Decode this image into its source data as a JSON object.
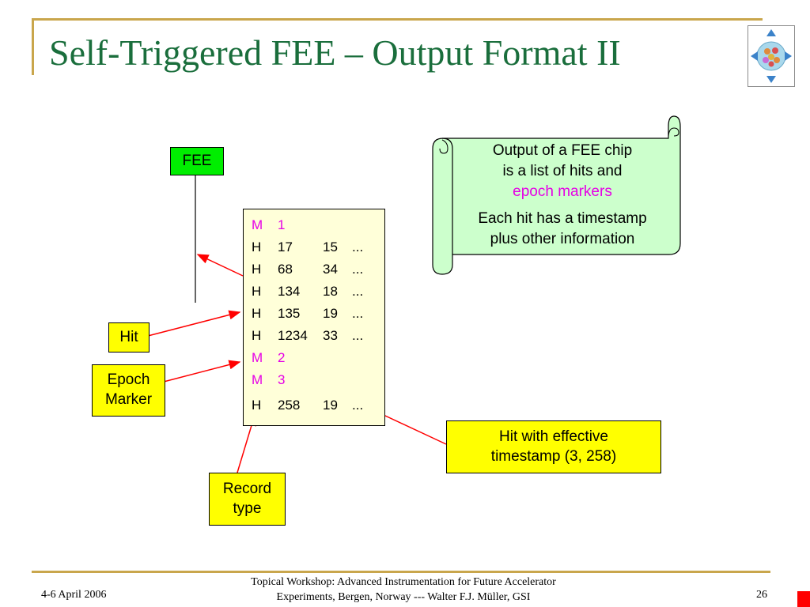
{
  "slide": {
    "title": "Self-Triggered FEE – Output Format II",
    "fee_label": "FEE",
    "hit_label": "Hit",
    "epoch_label_line1": "Epoch",
    "epoch_label_line2": "Marker",
    "record_label_line1": "Record",
    "record_label_line2": "type",
    "effective_line1": "Hit with effective",
    "effective_line2": "timestamp (3, 258)"
  },
  "records": [
    {
      "type": "M",
      "ts": "1",
      "val": "",
      "more": ""
    },
    {
      "type": "H",
      "ts": "17",
      "val": "15",
      "more": "..."
    },
    {
      "type": "H",
      "ts": "68",
      "val": "34",
      "more": "..."
    },
    {
      "type": "H",
      "ts": "134",
      "val": "18",
      "more": "..."
    },
    {
      "type": "H",
      "ts": "135",
      "val": "19",
      "more": "..."
    },
    {
      "type": "H",
      "ts": "1234",
      "val": "33",
      "more": "..."
    },
    {
      "type": "M",
      "ts": "2",
      "val": "",
      "more": ""
    },
    {
      "type": "M",
      "ts": "3",
      "val": "",
      "more": ""
    },
    {
      "type": "H",
      "ts": "258",
      "val": "19",
      "more": "..."
    }
  ],
  "note": {
    "line1": "Output of a FEE chip",
    "line2": "is a list of hits and",
    "line3": "epoch markers",
    "line4": "Each hit has a timestamp",
    "line5": "plus other information"
  },
  "footer": {
    "date": "4-6 April 2006",
    "line1": "Topical Workshop: Advanced Instrumentation for Future Accelerator",
    "line2": "Experiments, Bergen, Norway --- Walter F.J. Müller, GSI",
    "page": "26"
  },
  "colors": {
    "title": "#1a6e3c",
    "frame": "#c9a64c",
    "fee_box": "#00ee00",
    "label_box": "#ffff00",
    "list_bg": "#ffffd9",
    "marker_text": "#e600e6",
    "scroll_bg": "#ccffcc",
    "arrow": "#ff0000"
  }
}
